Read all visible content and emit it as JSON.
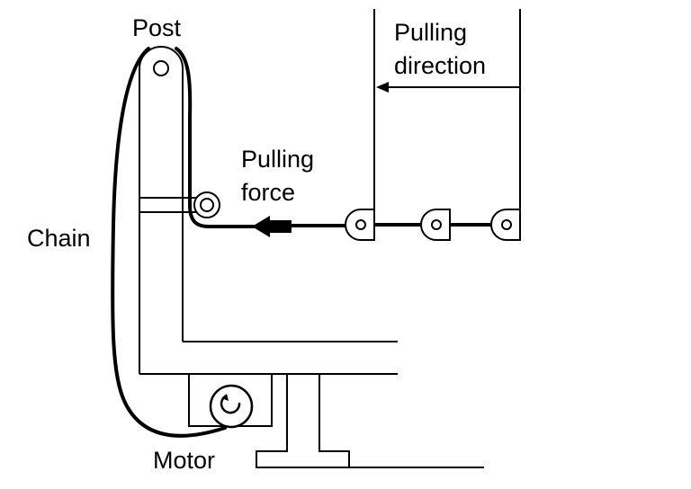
{
  "diagram": {
    "labels": {
      "post": "Post",
      "pulling_direction": "Pulling\ndirection",
      "pulling_force": "Pulling\nforce",
      "chain": "Chain",
      "motor": "Motor"
    },
    "colors": {
      "stroke": "#000000",
      "background": "#ffffff"
    }
  }
}
